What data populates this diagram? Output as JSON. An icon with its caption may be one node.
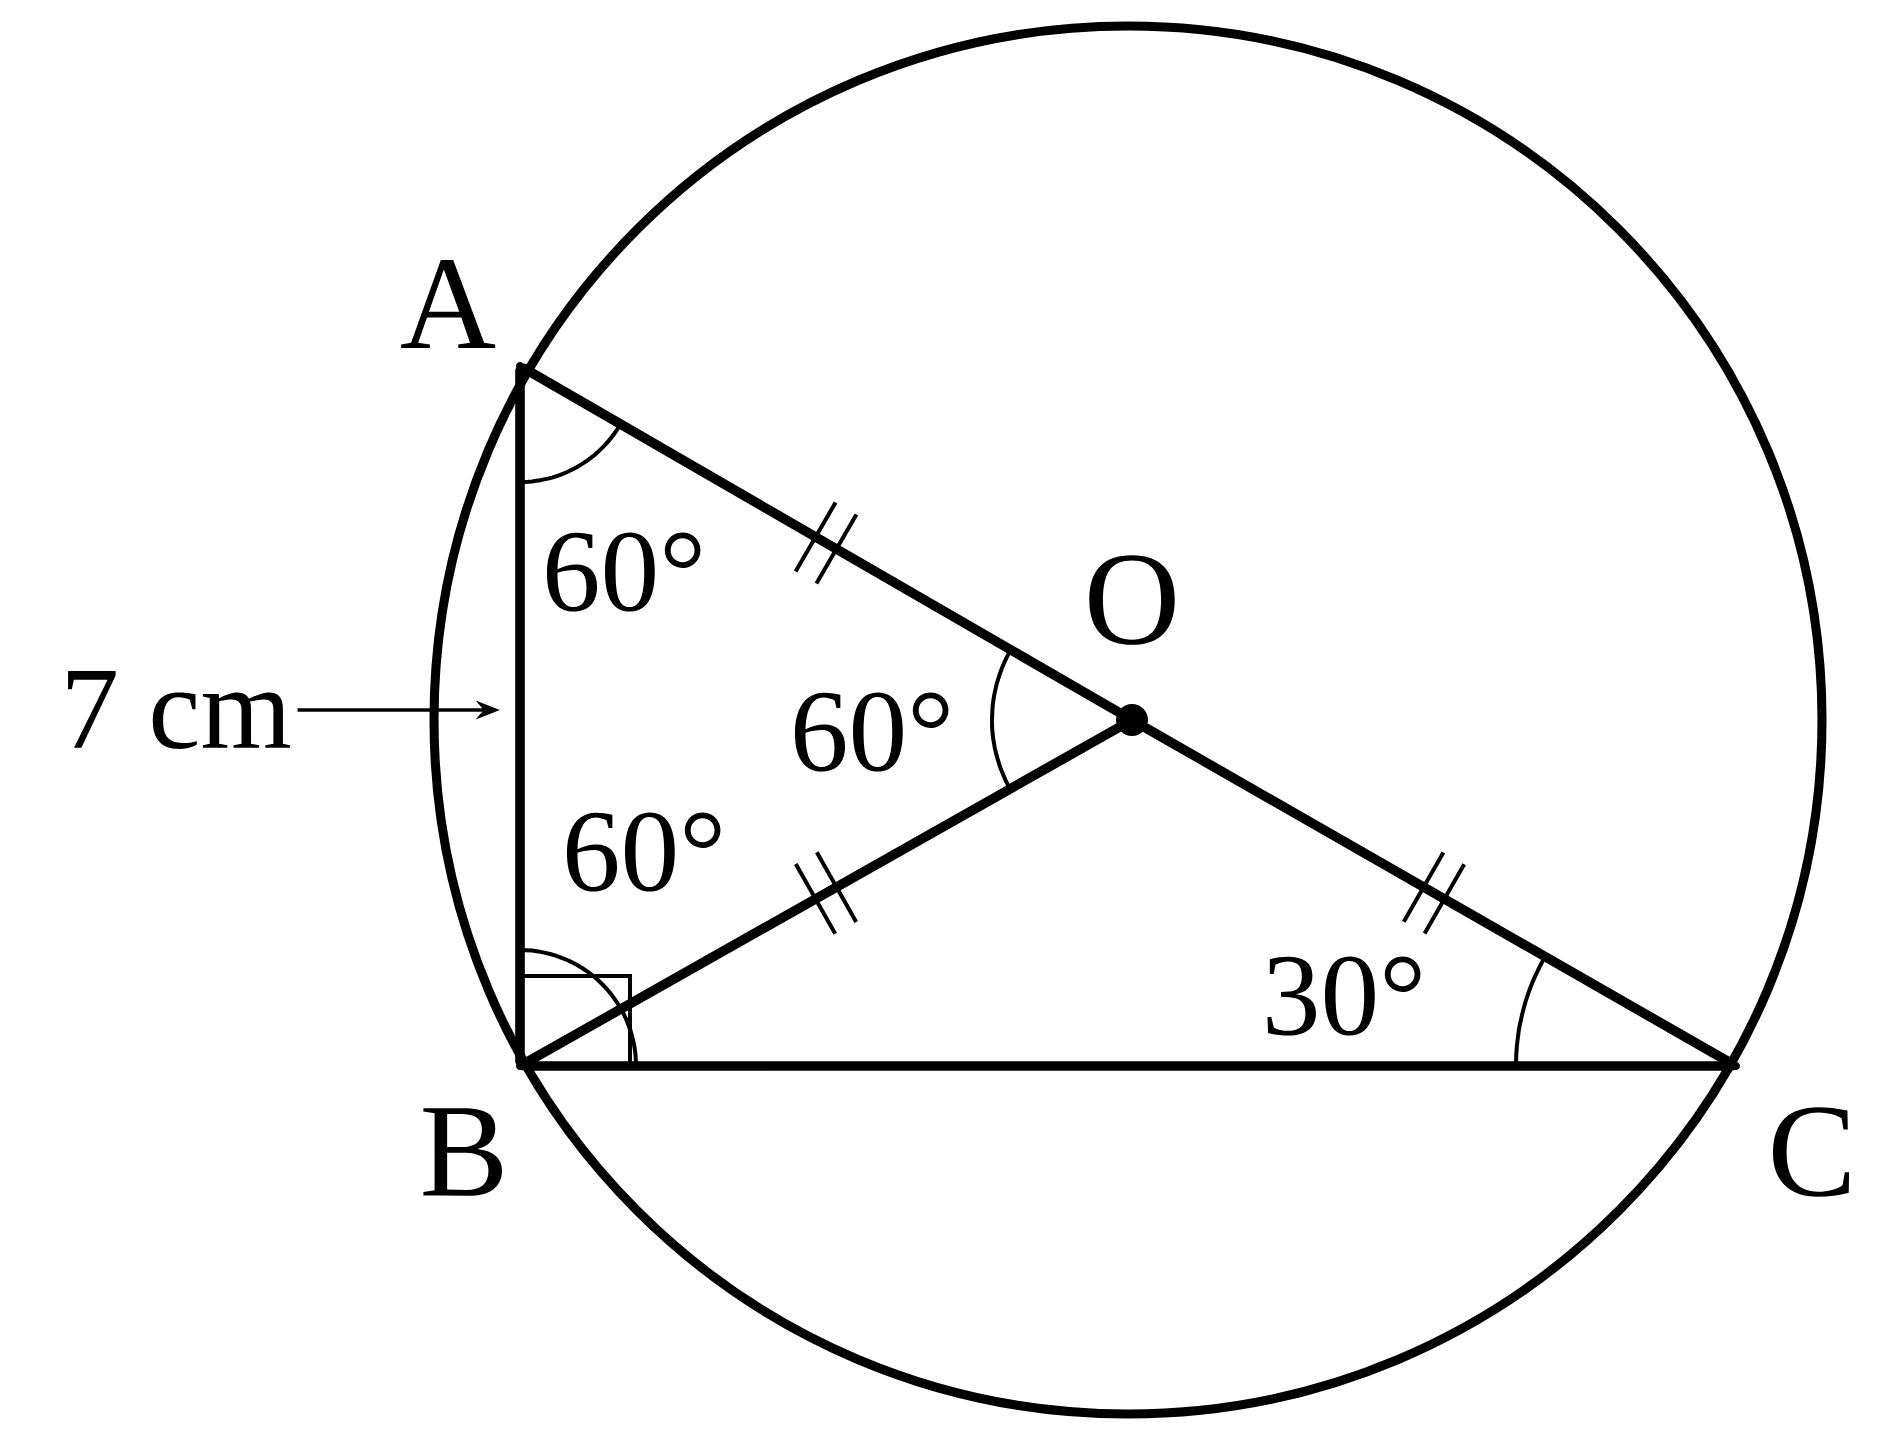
{
  "diagram": {
    "nodes": [
      {
        "text": [],
        "shape": "point",
        "beside": [
          "A"
        ]
      },
      {
        "text": [],
        "shape": "circle",
        "beside": [
          "O"
        ]
      },
      {
        "text": [],
        "shape": "point",
        "beside": [
          "B"
        ]
      },
      {
        "text": [],
        "shape": "point",
        "beside": [
          "C"
        ]
      },
      {
        "text": [
          "7 cm"
        ]
      }
    ],
    "edges": [
      {
        "from": 0,
        "to": 2,
        "arrow": "none"
      },
      {
        "from": 2,
        "to": 3,
        "arrow": "none"
      },
      {
        "from": 0,
        "to": 1,
        "arrow": "none"
      },
      {
        "from": 1,
        "to": 3,
        "arrow": "none"
      },
      {
        "from": 2,
        "to": 1,
        "arrow": "none"
      },
      {
        "from": 4,
        "to": null,
        "arrow": "to"
      }
    ],
    "labels": [
      "60°",
      "60°",
      "60°",
      "30°"
    ]
  }
}
